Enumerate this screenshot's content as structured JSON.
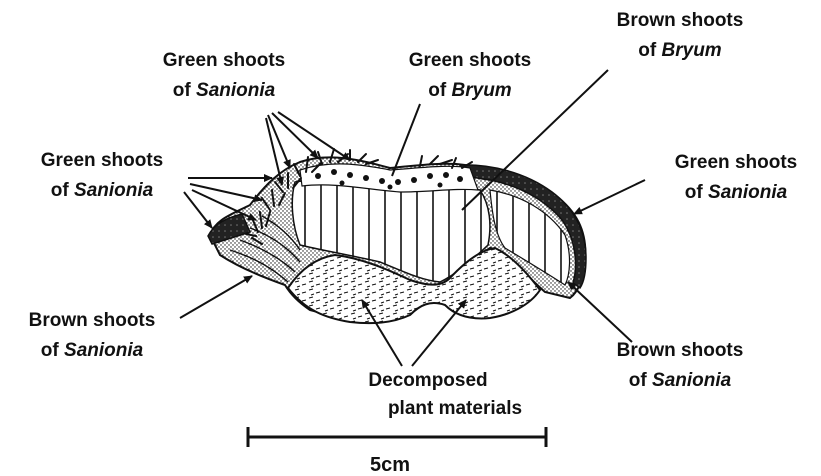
{
  "labels": {
    "green_sanionia_top": {
      "line1": "Green shoots",
      "pre": "of ",
      "taxon": "Sanionia"
    },
    "green_bryum_top": {
      "line1": "Green shoots",
      "pre": "of ",
      "taxon": "Bryum"
    },
    "brown_bryum": {
      "line1": "Brown shoots",
      "pre": "of ",
      "taxon": "Bryum"
    },
    "green_sanionia_left": {
      "line1": "Green shoots",
      "pre": "of ",
      "taxon": "Sanionia"
    },
    "green_sanionia_right": {
      "line1": "Green shoots",
      "pre": "of ",
      "taxon": "Sanionia"
    },
    "brown_sanionia_left": {
      "line1": "Brown shoots",
      "pre": "of ",
      "taxon": "Sanionia"
    },
    "brown_sanionia_right": {
      "line1": "Brown shoots",
      "pre": "of ",
      "taxon": "Sanionia"
    },
    "decomposed": {
      "line1": "Decomposed",
      "line2": "plant materials"
    }
  },
  "scale_bar": {
    "label": "5cm"
  },
  "colors": {
    "ink": "#111111",
    "background": "#ffffff"
  }
}
